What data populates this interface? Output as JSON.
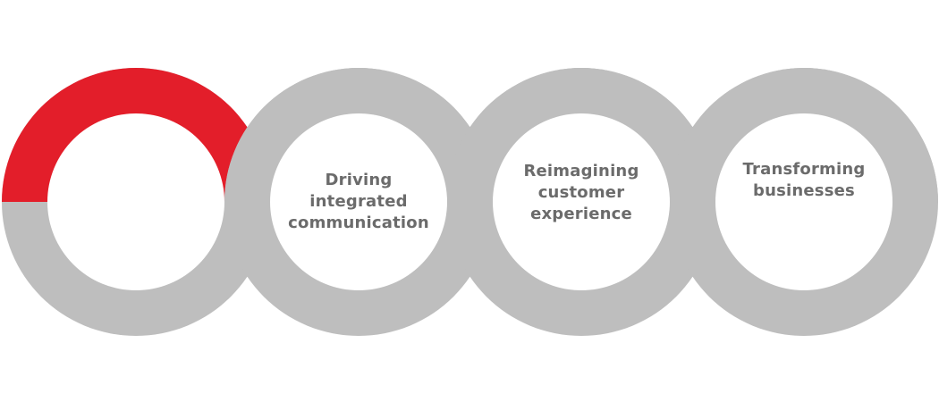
{
  "colors": {
    "active": "#e31e2a",
    "inactive": "#bebebe",
    "text": "#6b6b6b",
    "background": "#ffffff"
  },
  "rings": [
    {
      "label": "",
      "active": true
    },
    {
      "label": "Driving\nintegrated\ncommunication",
      "active": false
    },
    {
      "label": "Reimagining\ncustomer\nexperience",
      "active": false
    },
    {
      "label": "Transforming\nbusinesses",
      "active": false
    }
  ]
}
